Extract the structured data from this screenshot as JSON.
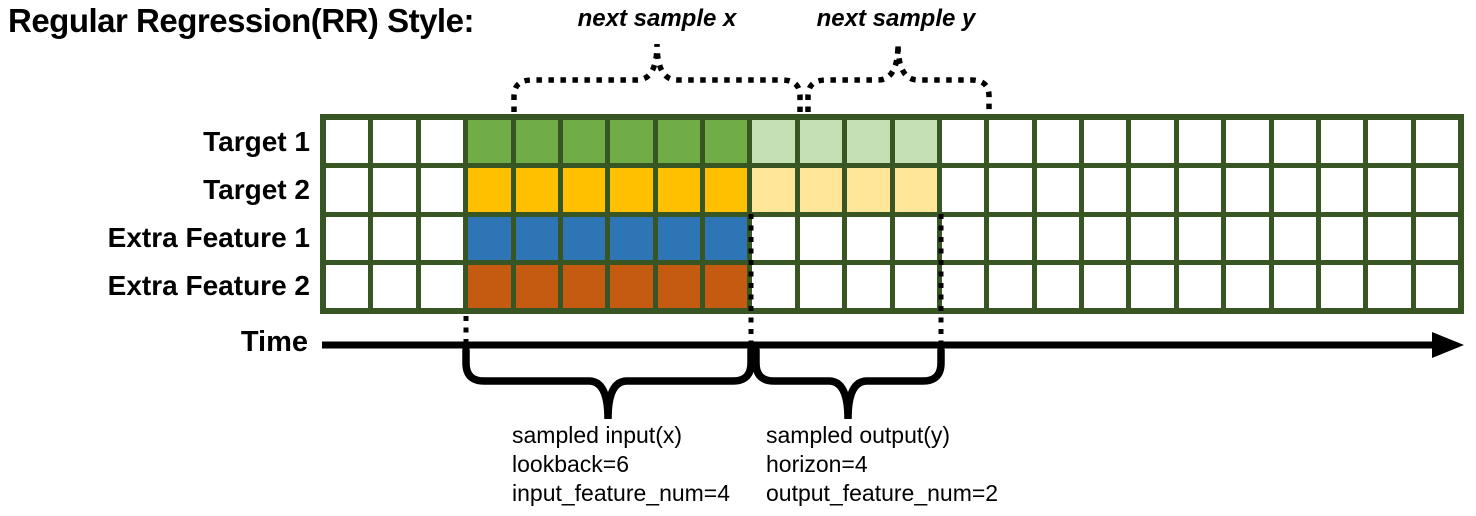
{
  "title": "Regular Regression(RR) Style:",
  "annotations": {
    "next_sample_x": "next sample x",
    "next_sample_y": "next sample y"
  },
  "rows": [
    {
      "label": "Target 1",
      "input_color": "#70ad47",
      "output_color": "#c5e0b4"
    },
    {
      "label": "Target 2",
      "input_color": "#ffc000",
      "output_color": "#ffe699"
    },
    {
      "label": "Extra Feature 1",
      "input_color": "#2e75b6",
      "output_color": null
    },
    {
      "label": "Extra Feature 2",
      "input_color": "#c55a11",
      "output_color": null
    }
  ],
  "grid": {
    "total_columns": 24,
    "lead_blank_columns": 3,
    "lookback_columns": 6,
    "horizon_columns": 4,
    "border_color": "#375623",
    "empty_cell_color": "#ffffff"
  },
  "time_axis": {
    "label": "Time"
  },
  "input_annotation": {
    "lines": [
      "sampled input(x)",
      "lookback=6",
      "input_feature_num=4"
    ]
  },
  "output_annotation": {
    "lines": [
      "sampled output(y)",
      "horizon=4",
      "output_feature_num=2"
    ]
  }
}
